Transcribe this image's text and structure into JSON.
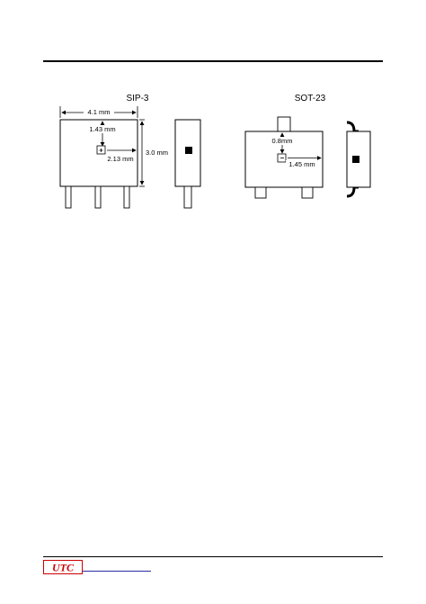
{
  "sip3": {
    "title": "SIP-3",
    "width_label": "4.1 mm",
    "vertical_offset_label": "1.43 mm",
    "horizontal_offset_label": "2.13 mm",
    "height_label": "3.0 mm"
  },
  "sot23": {
    "title": "SOT-23",
    "vertical_offset_label": "0.8mm",
    "horizontal_offset_label": "1.45 mm"
  },
  "footer": {
    "logo_text": "UTC",
    "logo_color": "#cc0000"
  }
}
